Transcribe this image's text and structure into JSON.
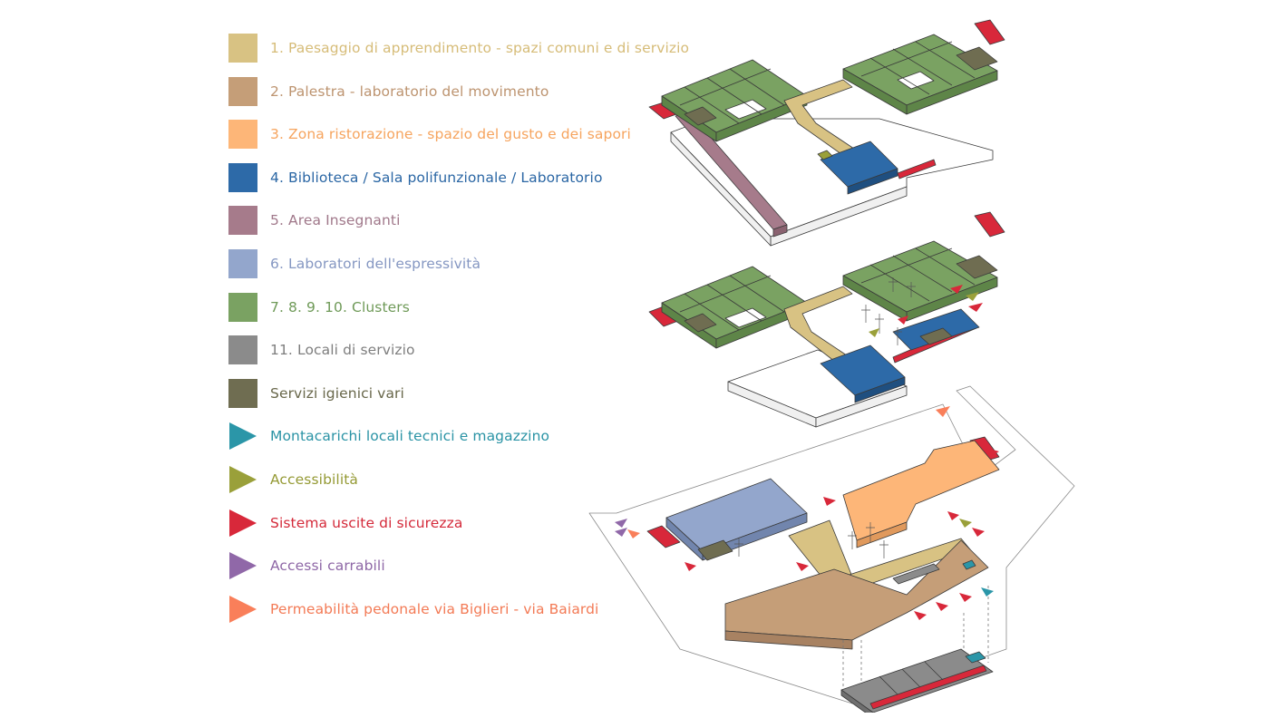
{
  "legend": {
    "items": [
      {
        "id": "paesaggio",
        "kind": "swatch",
        "color": "#d8c283",
        "text_color": "#d6bc78",
        "label": "1. Paesaggio di apprendimento - spazi comuni e di servizio"
      },
      {
        "id": "palestra",
        "kind": "swatch",
        "color": "#c59e78",
        "text_color": "#bd9470",
        "label": "2. Palestra - laboratorio del movimento"
      },
      {
        "id": "ristorazione",
        "kind": "swatch",
        "color": "#fdb678",
        "text_color": "#f6a45e",
        "label": "3.  Zona ristorazione - spazio del gusto e dei sapori"
      },
      {
        "id": "biblioteca",
        "kind": "swatch",
        "color": "#2d6aa8",
        "text_color": "#2a66a4",
        "label": "4. Biblioteca / Sala polifunzionale / Laboratorio"
      },
      {
        "id": "insegnanti",
        "kind": "swatch",
        "color": "#a67b8b",
        "text_color": "#a0788a",
        "label": "5. Area Insegnanti"
      },
      {
        "id": "espressivita",
        "kind": "swatch",
        "color": "#93a6cc",
        "text_color": "#8597c2",
        "label": "6. Laboratori dell'espressività"
      },
      {
        "id": "clusters",
        "kind": "swatch",
        "color": "#7aa262",
        "text_color": "#6f9a58",
        "label": "7. 8. 9. 10. Clusters"
      },
      {
        "id": "servizio",
        "kind": "swatch",
        "color": "#8b8b8b",
        "text_color": "#7e7e7e",
        "label": "11. Locali di servizio"
      },
      {
        "id": "igienici",
        "kind": "swatch",
        "color": "#6f6d51",
        "text_color": "#68674a",
        "label": "Servizi igienici vari"
      },
      {
        "id": "montacarichi",
        "kind": "arrow",
        "color": "#2b96a8",
        "text_color": "#2a93a5",
        "label": "Montacarichi locali tecnici e magazzino"
      },
      {
        "id": "accessibilita",
        "kind": "arrow",
        "color": "#9aa03a",
        "text_color": "#959a35",
        "label": "Accessibilità"
      },
      {
        "id": "sicurezza",
        "kind": "arrow",
        "color": "#d8283a",
        "text_color": "#d42a3a",
        "label": "Sistema uscite di sicurezza"
      },
      {
        "id": "carrabili",
        "kind": "arrow",
        "color": "#9068a8",
        "text_color": "#8e67a6",
        "label": "Accessi carrabili"
      },
      {
        "id": "pedonale",
        "kind": "arrow",
        "color": "#f97f5a",
        "text_color": "#f37a55",
        "label": "Permeabilità pedonale via Biglieri - via Baiardi"
      }
    ]
  },
  "colors": {
    "paesaggio": "#d8c283",
    "palestra": "#c59e78",
    "ristorazione": "#fdb678",
    "biblioteca": "#2d6aa8",
    "insegnanti": "#a67b8b",
    "espressivita": "#93a6cc",
    "clusters": "#7aa262",
    "servizio": "#8b8b8b",
    "igienici": "#6f6d51",
    "montacarichi": "#2b96a8",
    "accessibilita": "#9aa03a",
    "sicurezza": "#d8283a",
    "carrabili": "#9068a8",
    "pedonale": "#f97f5a",
    "outline": "#3a3a3a",
    "wall_side": "#f4f4f4"
  }
}
